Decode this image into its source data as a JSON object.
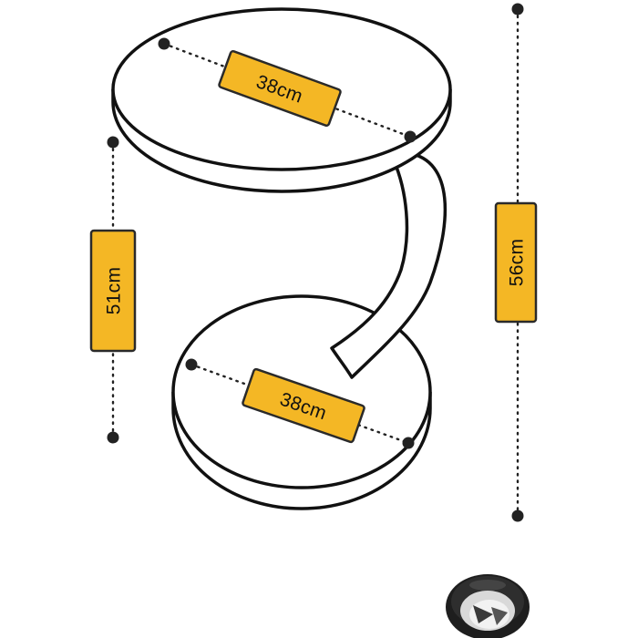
{
  "dimensions": {
    "top_diameter": "38cm",
    "bottom_diameter": "38cm",
    "lower_height": "51cm",
    "total_height": "56cm"
  },
  "colors": {
    "label_fill": "#F4B725",
    "label_border": "#2a2a2a",
    "outline": "#111111",
    "marker": "#222222",
    "caster_dark": "#1e1e1e",
    "caster_light": "#bdbdbd"
  },
  "icons": {
    "caster": "caster-wheel-icon"
  }
}
